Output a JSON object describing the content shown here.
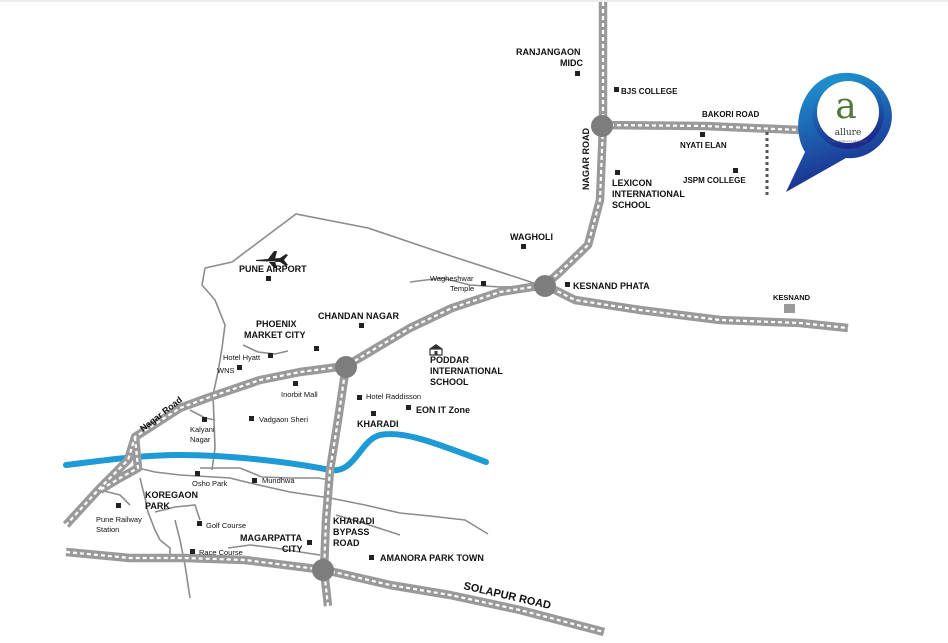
{
  "colors": {
    "road_fill": "#9a9a9a",
    "road_dash": "#ffffff",
    "river": "#1e9ad6",
    "minor_road": "#8a8a8a",
    "junction": "#7d7d7d",
    "marker": "#222222",
    "pin_gradient_top": "#1ea0d8",
    "pin_gradient_bottom": "#1c2a8c",
    "brand_green": "#4f7a3a"
  },
  "icons": {
    "airport": "airplane-icon",
    "school": "school-building-icon",
    "project_pin": "location-pin-icon"
  },
  "brand": {
    "letter": "a",
    "name": "allure",
    "tagline": "a rich embrace of nature"
  },
  "roads": {
    "nagar_road_north": "NAGAR ROAD",
    "nagar_road_west": "Nagar Road",
    "bakori_road": "BAKORI ROAD",
    "solapur_road": "SOLAPUR ROAD",
    "kharadi_bypass": [
      "KHARADI",
      "BYPASS",
      "ROAD"
    ]
  },
  "places": {
    "ranjangaon": [
      "RANJANGAON",
      "MIDC"
    ],
    "bjs_college": "BJS COLLEGE",
    "nyati_elan": "NYATI ELAN",
    "jspm_college": "JSPM COLLEGE",
    "lexicon": [
      "LEXICON",
      "INTERNATIONAL",
      "SCHOOL"
    ],
    "wagholi": "WAGHOLI",
    "kesnand_phata": "KESNAND PHATA",
    "kesnand": "KESNAND",
    "wagheshwar": [
      "Wagheshwar",
      "Temple"
    ],
    "pune_airport": "PUNE AIRPORT",
    "chandan_nagar": "CHANDAN NAGAR",
    "phoenix": [
      "PHOENIX",
      "MARKET CITY"
    ],
    "hotel_hyatt": "Hotel Hyatt",
    "wns": "WNS",
    "poddar": [
      "PODDAR",
      "INTERNATIONAL",
      "SCHOOL"
    ],
    "inorbit_mall": "Inorbit Mall",
    "hotel_raddisson": "Hotel Raddisson",
    "eon_it_zone": "EON IT Zone",
    "kharadi": "KHARADI",
    "kalyani_nagar": [
      "Kalyani",
      "Nagar"
    ],
    "vadgaon_sheri": "Vadgaon Sheri",
    "osho_park": "Osho Park",
    "mundhwa": "Mundhwa",
    "koregaon_park": [
      "KOREGAON",
      "PARK"
    ],
    "pune_railway_station": [
      "Pune Railway",
      "Station"
    ],
    "golf_course": "Golf Course",
    "race_course": "Race Course",
    "magarpatta": [
      "MAGARPATTA",
      "CITY"
    ],
    "amanora": "AMANORA PARK TOWN"
  }
}
